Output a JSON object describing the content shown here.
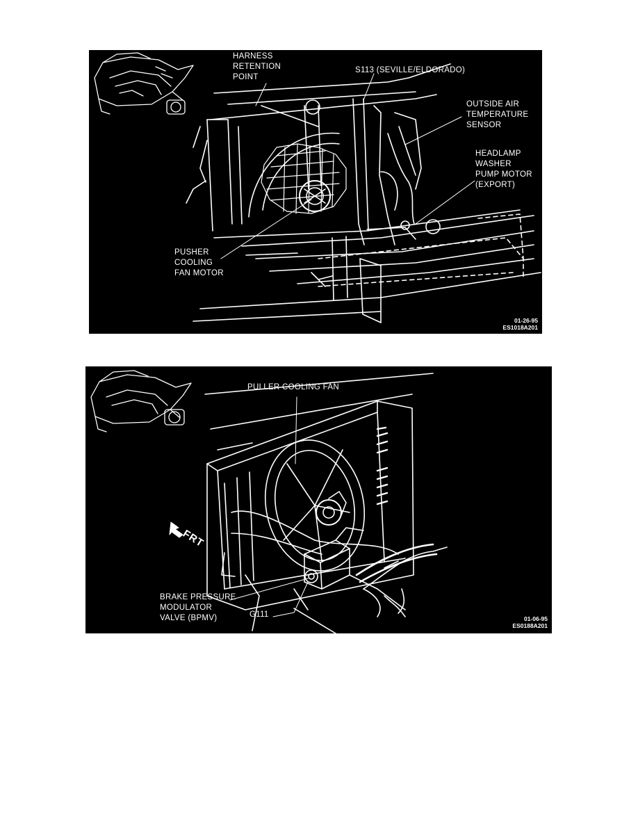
{
  "figure1": {
    "labels": {
      "harness_retention_point": "HARNESS\nRETENTION\nPOINT",
      "s113": "S113 (SEVILLE/ELDORADO)",
      "outside_air_temp_sensor": "OUTSIDE AIR\nTEMPERATURE\nSENSOR",
      "headlamp_washer_pump": "HEADLAMP\nWASHER\nPUMP MOTOR\n(EXPORT)",
      "pusher_cooling_fan_motor": "PUSHER\nCOOLING\nFAN MOTOR"
    },
    "code_date": "01-26-95",
    "code_id": "ES1018A201"
  },
  "figure2": {
    "labels": {
      "puller_cooling_fan": "PULLER COOLING FAN",
      "frt": "FRT",
      "bpmv": "BRAKE PRESSURE\nMODULATOR\nVALVE (BPMV)",
      "g111": "G111"
    },
    "code_date": "01-06-95",
    "code_id": "ES0188A201"
  }
}
